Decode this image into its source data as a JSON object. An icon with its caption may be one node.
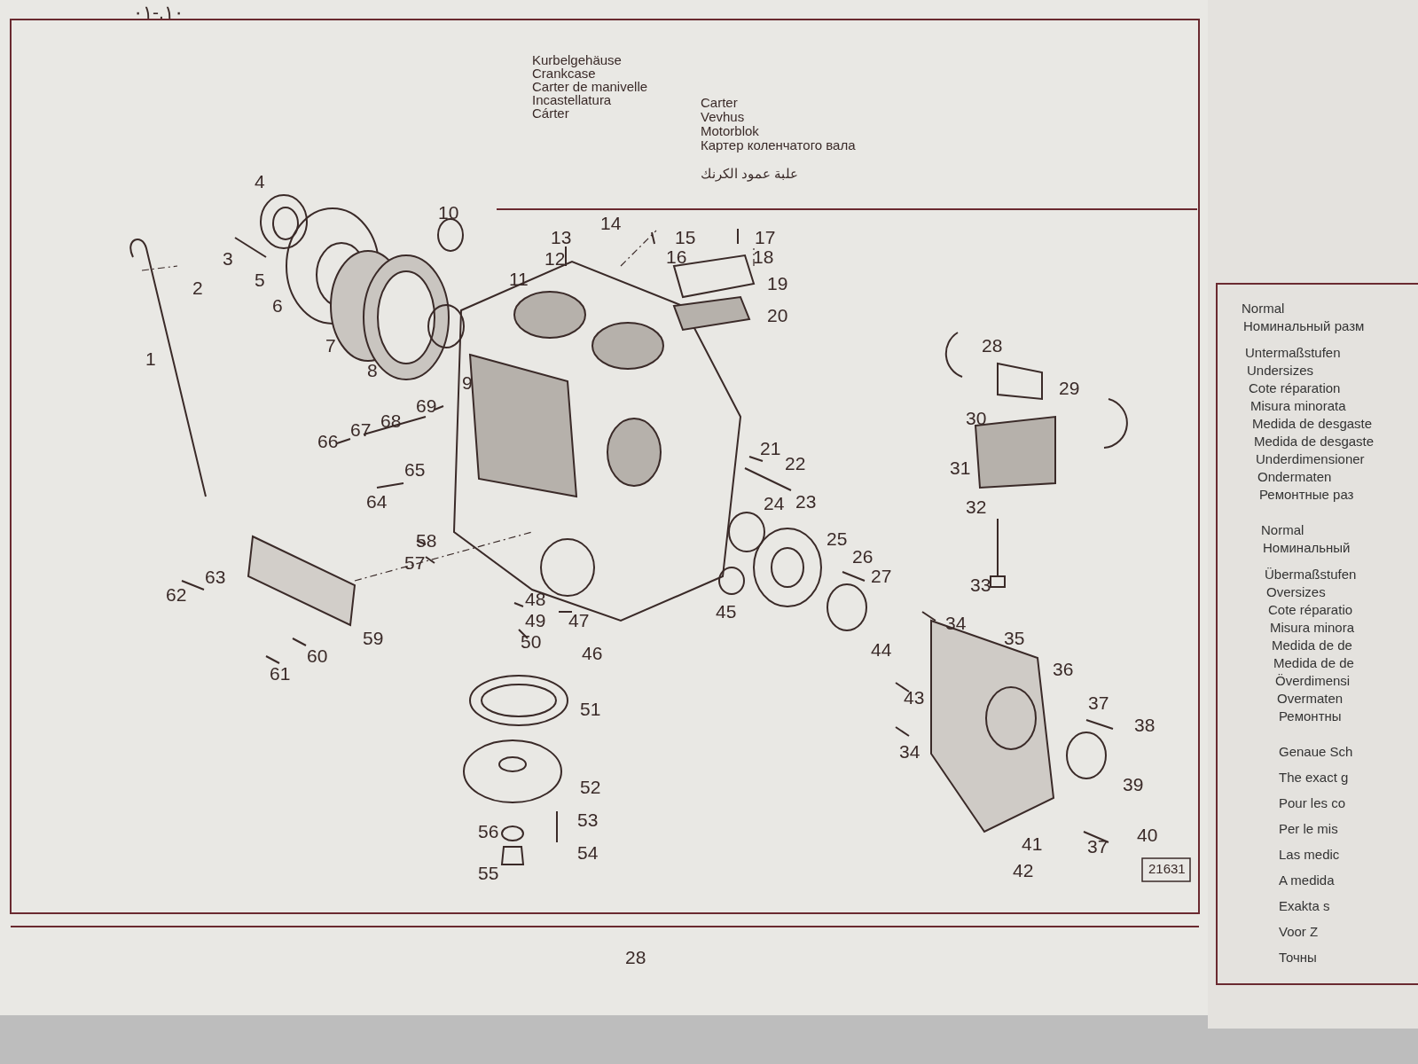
{
  "diagram": {
    "labels": [
      "١٠.-٠١",
      "Kurbelgehäuse",
      "Crankcase",
      "Carter de manivelle",
      "Incastellatura",
      "Cárter",
      "Carter",
      "Vevhus",
      "Motorblok",
      "Картер коленчатого вала",
      "علبة عمود الكرنك",
      "1",
      "2",
      "3",
      "4",
      "5",
      "6",
      "7",
      "8",
      "9",
      "10",
      "11",
      "12",
      "13",
      "14",
      "15",
      "16",
      "17",
      "18",
      "19",
      "20",
      "21",
      "22",
      "23",
      "24",
      "25",
      "26",
      "27",
      "28",
      "29",
      "30",
      "31",
      "32",
      "33",
      "34",
      "35",
      "36",
      "37",
      "38",
      "39",
      "40",
      "37",
      "41",
      "42",
      "43",
      "34",
      "44",
      "45",
      "46",
      "47",
      "48",
      "49",
      "50",
      "51",
      "52",
      "53",
      "54",
      "55",
      "56",
      "57",
      "58",
      "59",
      "60",
      "61",
      "62",
      "63",
      "64",
      "65",
      "66",
      "67",
      "68",
      "69",
      "21631",
      "28",
      "Normal",
      "Номинальный разм",
      "Untermaßstufen",
      "Undersizes",
      "Cote réparation",
      "Misura minorata",
      "Medida de desgaste",
      "Medida de desgaste",
      "Underdimensioner",
      "Ondermaten",
      "Ремонтные раз",
      "Normal",
      "Номинальный",
      "Übermaßstufen",
      "Oversizes",
      "Cote réparatio",
      "Misura minora",
      "Medida de de",
      "Medida de de",
      "Överdimensi",
      "Overmaten",
      "Ремонтны",
      "Genaue Sch",
      "The exact g",
      "Pour les co",
      "Per le mis",
      "Las medic",
      "A medida",
      "Exakta s",
      "Voor Z",
      "Точны"
    ]
  }
}
